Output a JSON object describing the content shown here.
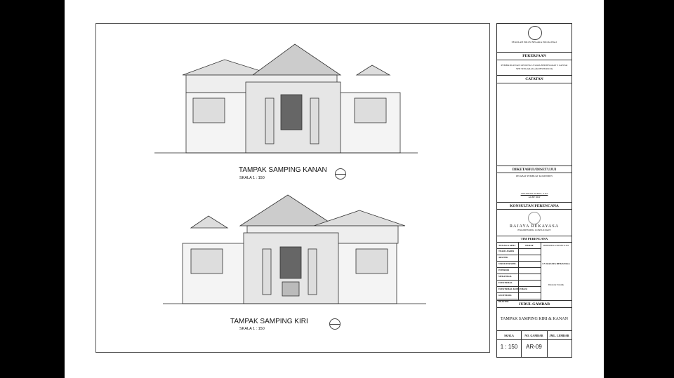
{
  "drawing": {
    "view1": {
      "title": "TAMPAK SAMPING KANAN",
      "scale": "SKALA 1 : 150"
    },
    "view2": {
      "title": "TAMPAK SAMPING KIRI",
      "scale": "SKALA 1 : 150"
    }
  },
  "title_block": {
    "institution": "SEKOLAH POLISI NEGARA POLDA BALI",
    "work_header": "PEKERJAAN",
    "work_desc": "PEMBANGUNAN GEDUNG UTAMA BERTINGKAT 3 LANTAI SPN SINGARAJA (KONSTRUKSI)",
    "notes_header": "CATATAN",
    "approved_header": "DIKETAHUI/DISETUJUI",
    "approved_role": "PEJABAT PEMBUAT KOMITMEN",
    "approved_name": "I NYOMAN SURYA, S.Kn",
    "approved_id": "AKBP NRP",
    "consultant_header": "KONSULTAN PERENCANA",
    "consultant_logo": "RAJAYA REKAYASA",
    "consultant_sub": "ENGINEERING CONSULTANT",
    "team_header": "TIM PERENCANA",
    "team_cols": [
      "TENAGA AHLI",
      "PARAF",
      "DIPERIKSA/DISETUJUI"
    ],
    "team_roles": [
      "TEAM LEADER",
      "ARSITEK",
      "STRUKTUR/SIPIL",
      "INTERIOR",
      "MEKANIKAL",
      "ELEKTRIKAL",
      "ELEKTRIKAL KOMUNIKASI",
      "GEOTEKNIK",
      "DRAFTER"
    ],
    "firm": "CV RAJAYA REKAYASA",
    "director": "Direktur Teknik",
    "drawing_title_header": "JUDUL GAMBAR",
    "drawing_title": "TAMPAK SAMPING KIRI & KANAN",
    "scale_label": "SKALA",
    "sheet_label": "NO. GAMBAR",
    "count_label": "JML. LEMBAR",
    "scale": "1 : 150",
    "sheet": "AR-09",
    "count": ""
  }
}
